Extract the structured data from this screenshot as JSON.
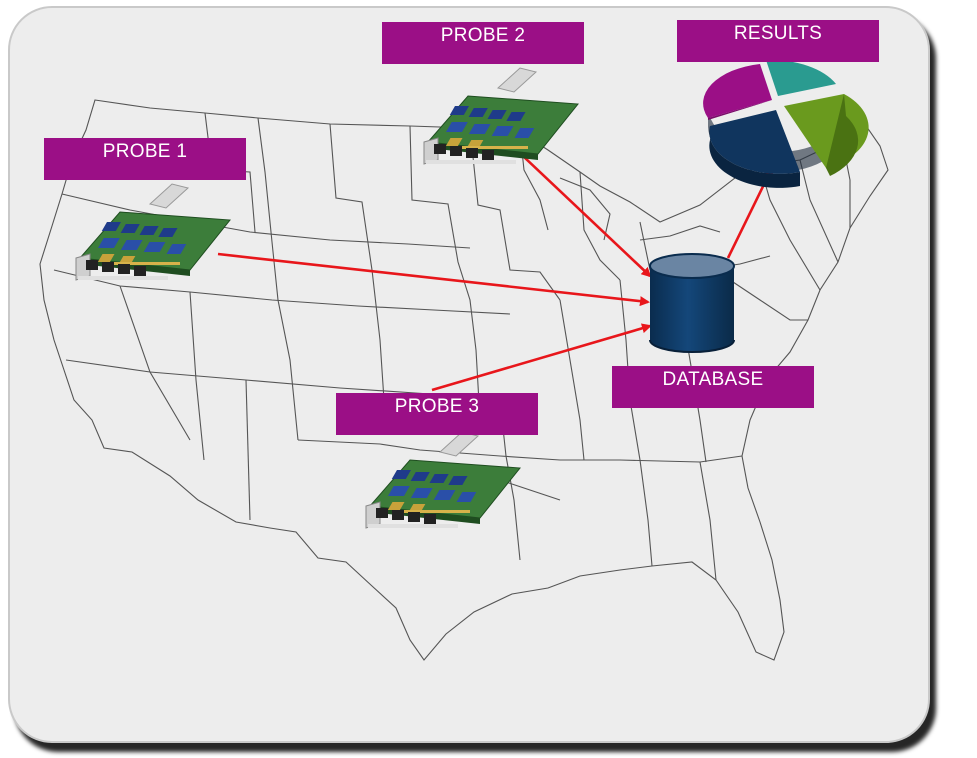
{
  "labels": {
    "probe1": "PROBE 1",
    "probe2": "PROBE 2",
    "probe3": "PROBE 3",
    "database": "DATABASE",
    "results": "RESULTS"
  },
  "colors": {
    "label_bg": "#9b0f86",
    "label_text": "#ffffff",
    "arrow": "#e8161b",
    "database": "#0e3962",
    "pie": [
      "#2a9b90",
      "#6a9a1e",
      "#10355e",
      "#9b0f86"
    ],
    "background": "#ededed"
  },
  "icons": {
    "probes": "network-probe-card-icon",
    "database": "database-cylinder-icon",
    "results": "pie-chart-icon",
    "map": "us-map-outline"
  }
}
